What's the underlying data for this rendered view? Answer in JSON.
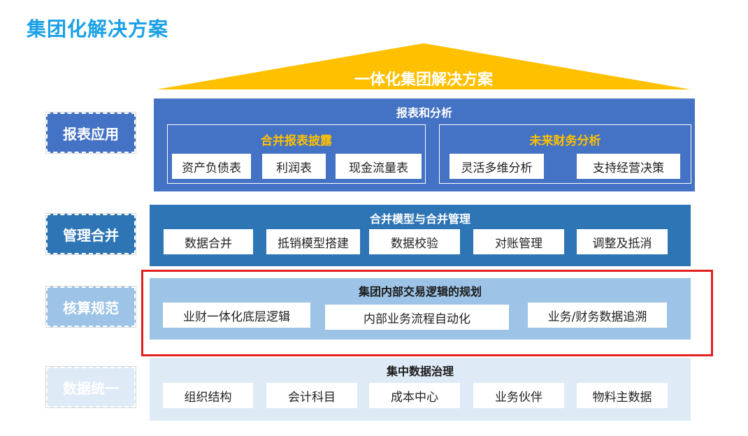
{
  "page": {
    "title": "集团化解决方案"
  },
  "roof": {
    "title": "一体化集团解决方案",
    "color": "#ffc000"
  },
  "left_labels": {
    "reporting": "报表应用",
    "consolidation": "管理合并",
    "accounting": "核算规范",
    "data": "数据统一"
  },
  "tiers": {
    "reporting": {
      "title": "报表和分析",
      "color": "#4472c4",
      "groups": [
        {
          "title": "合并报表披露",
          "items": [
            "资产负债表",
            "利润表",
            "现金流量表"
          ]
        },
        {
          "title": "未来财务分析",
          "items": [
            "灵活多维分析",
            "支持经营决策"
          ]
        }
      ]
    },
    "consolidation": {
      "title": "合并模型与合并管理",
      "color": "#2e75b6",
      "items": [
        "数据合并",
        "抵销模型搭建",
        "数据校验",
        "对账管理",
        "调整及抵消"
      ]
    },
    "accounting": {
      "title": "集团内部交易逻辑的规划",
      "color": "#9dc3e6",
      "items": [
        "业财一体化底层逻辑",
        "内部业务流程自动化",
        "业务/财务数据追溯"
      ]
    },
    "data": {
      "title": "集中数据治理",
      "color": "#deebf7",
      "items": [
        "组织结构",
        "会计科目",
        "成本中心",
        "业务伙伴",
        "物料主数据"
      ]
    }
  },
  "highlight_color": "#e32020"
}
